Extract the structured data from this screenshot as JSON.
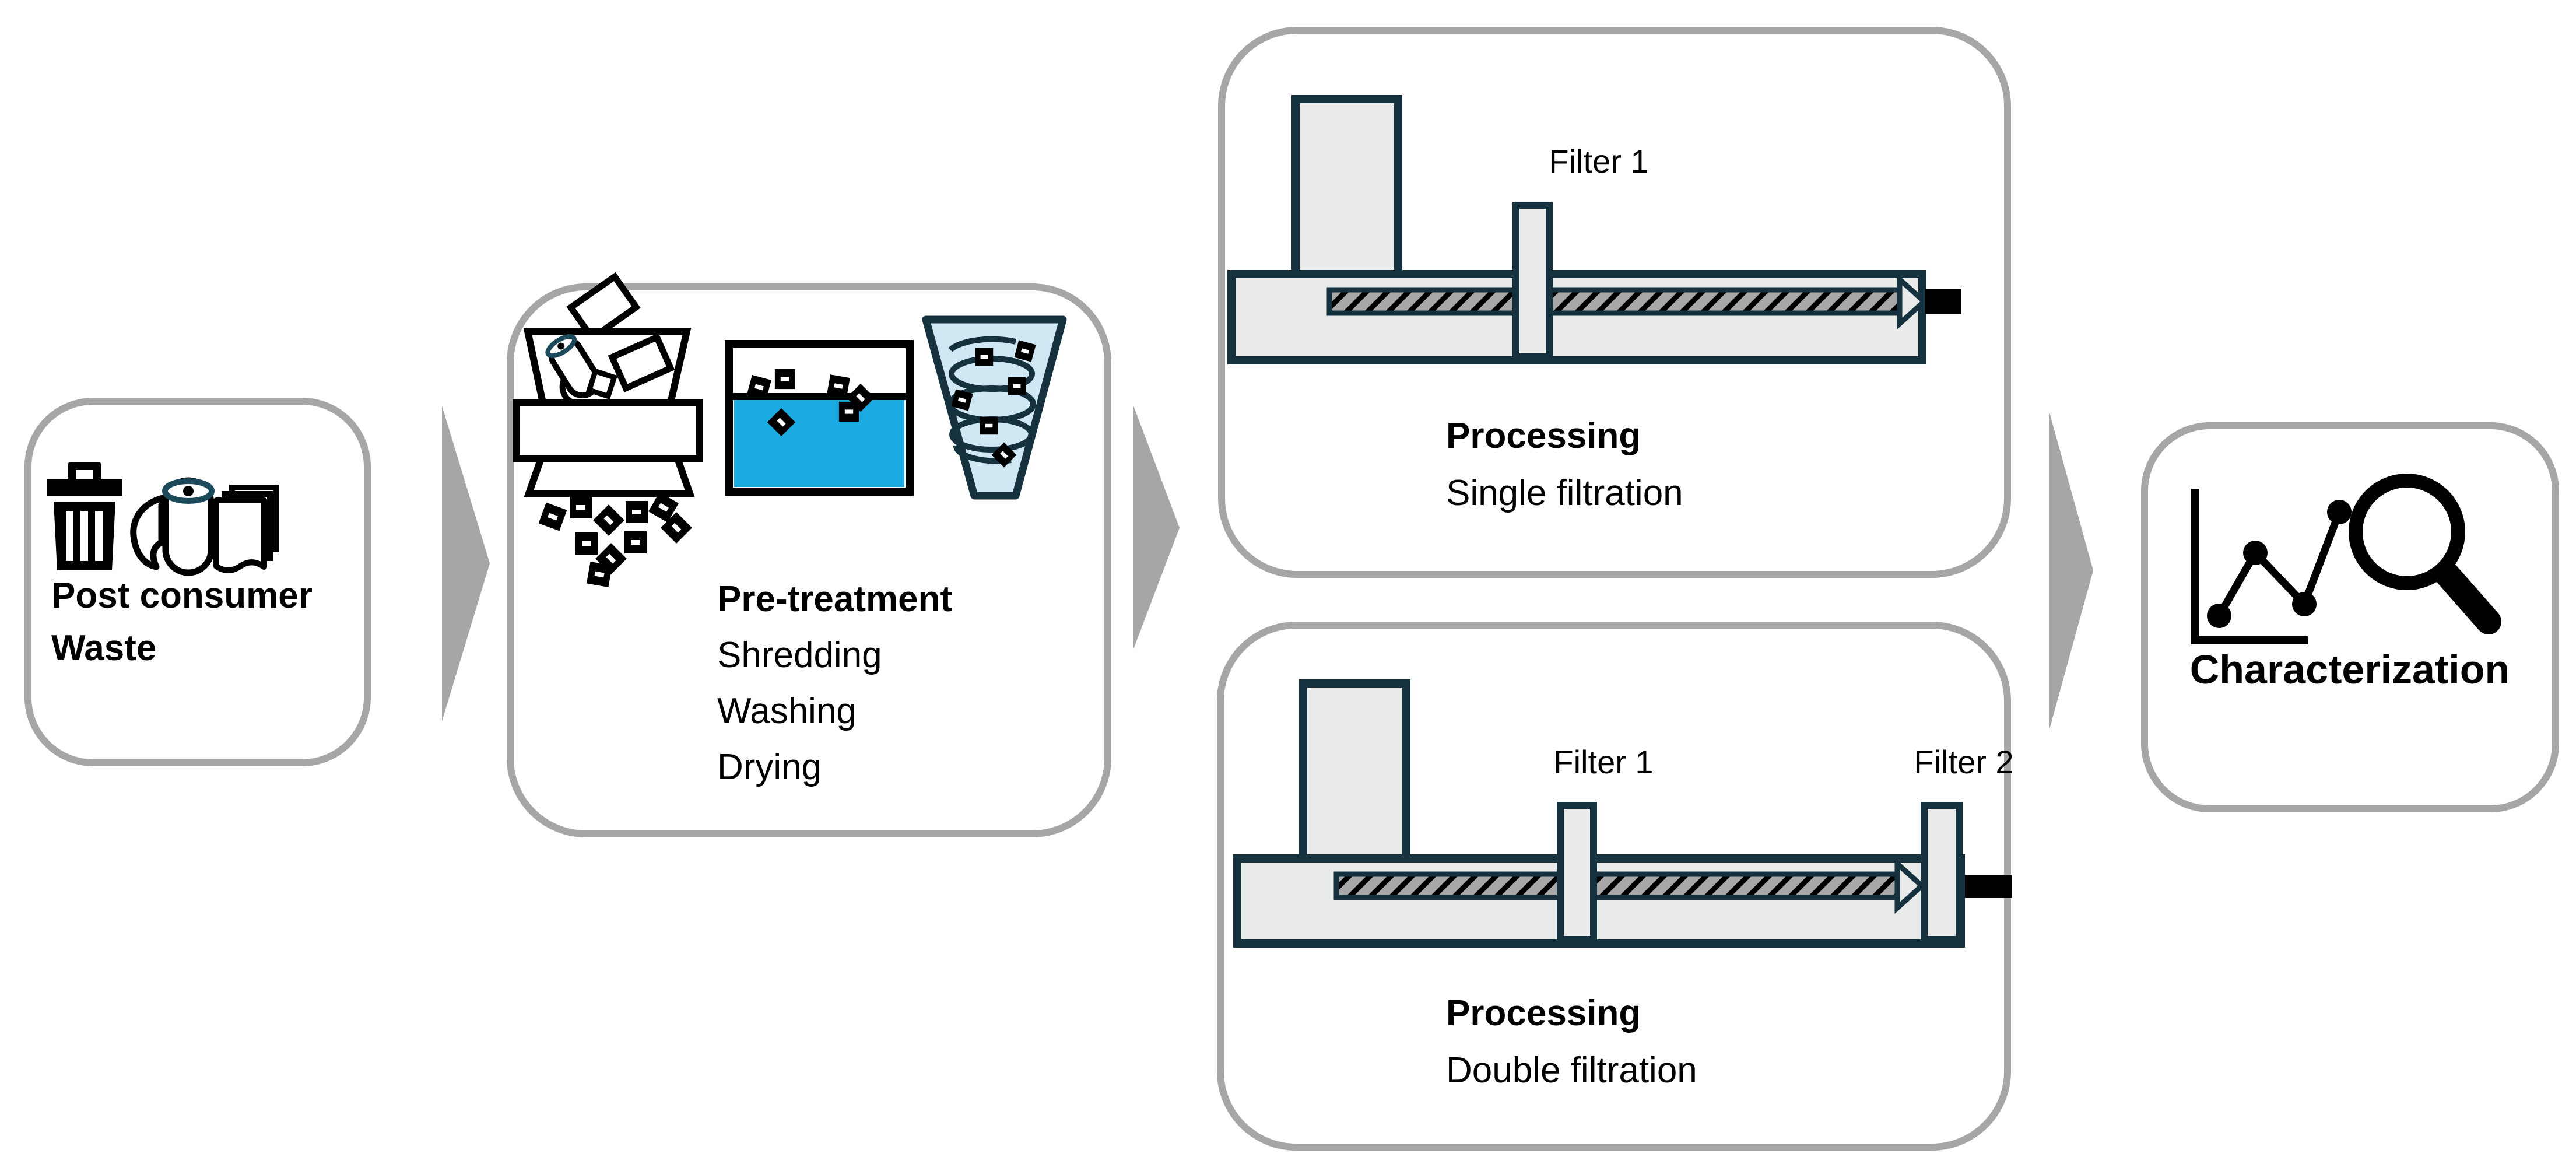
{
  "colors": {
    "box_border": "#a6a6a6",
    "arrow": "#a6a6a6",
    "outline_navy": "#14313d",
    "machine_fill": "#e9eaea",
    "screw_fill": "#a8a8a8",
    "water_blue": "#1caae2",
    "funnel_blue": "#cfe8f4",
    "roll_ring": "#1d4a5a",
    "ink": "#000000",
    "background": "#ffffff"
  },
  "boxes": {
    "post_consumer_waste": {
      "label_line1": "Post consumer",
      "label_line2": "Waste",
      "icons": [
        "trash-can-icon",
        "film-roll-icon",
        "film-sheets-icon"
      ]
    },
    "pre_treatment": {
      "title": "Pre-treatment",
      "steps": [
        "Shredding",
        "Washing",
        "Drying"
      ],
      "icons": [
        "shredder-icon",
        "washing-tank-icon",
        "drying-funnel-icon"
      ]
    },
    "processing_single": {
      "title": "Processing",
      "subtitle": "Single filtration",
      "filter1_label": "Filter 1"
    },
    "processing_double": {
      "title": "Processing",
      "subtitle": "Double filtration",
      "filter1_label": "Filter 1",
      "filter2_label": "Filter 2"
    },
    "characterization": {
      "title": "Characterization",
      "icons": [
        "line-chart-icon",
        "magnifier-icon"
      ]
    }
  }
}
